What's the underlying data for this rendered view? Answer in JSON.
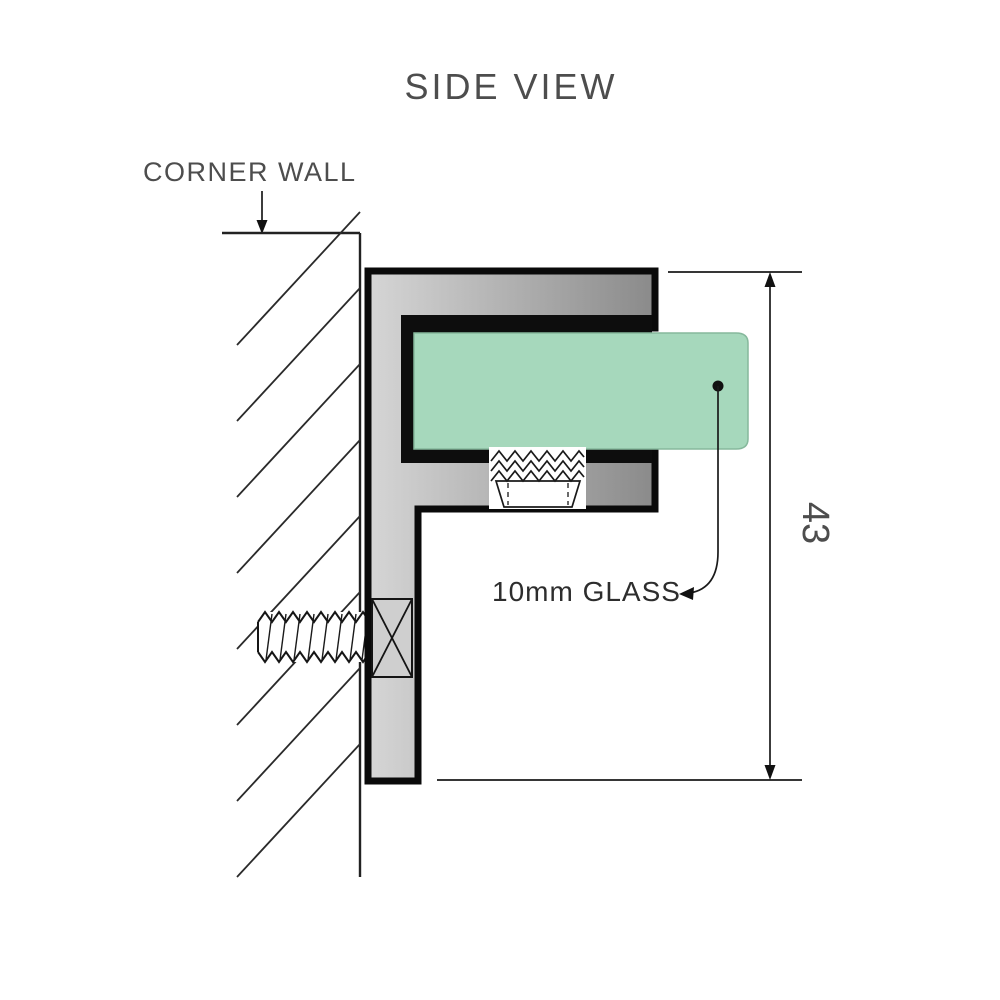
{
  "diagram": {
    "title": "SIDE VIEW",
    "labels": {
      "wall": "CORNER WALL",
      "glass": "10mm GLASS",
      "dimension": "43"
    },
    "colors": {
      "glass_fill": "#a6d8bc",
      "glass_edge": "#86b89c",
      "metal_light": "#d6d6d6",
      "metal_dark": "#8a8a8a",
      "slot_black": "#0d0d0d",
      "outline": "#0a0a0a",
      "text_gray": "#4d4d4d",
      "leader_text": "#2d2d2d",
      "background": "#ffffff"
    }
  }
}
